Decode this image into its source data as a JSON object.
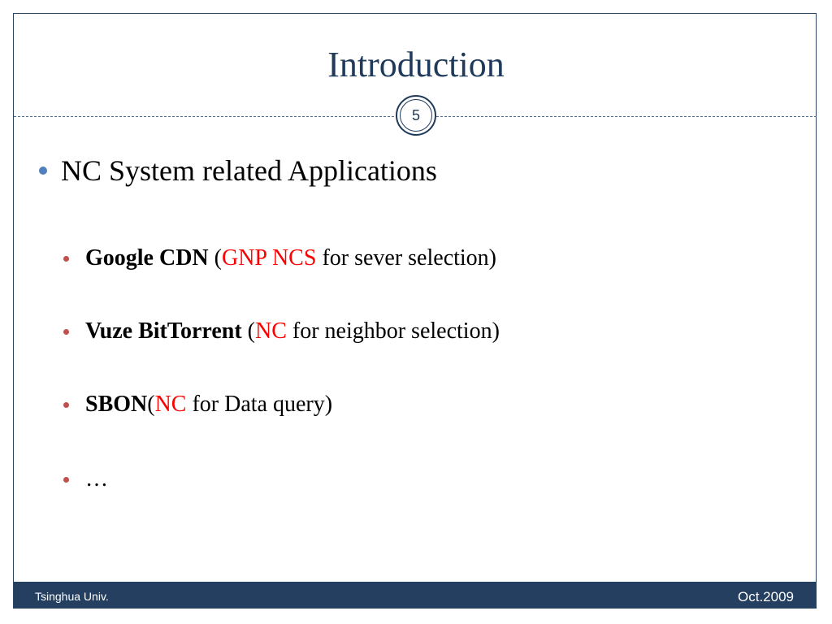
{
  "slide": {
    "title": "Introduction",
    "page_number": "5"
  },
  "bullets": {
    "main": "NC System related Applications",
    "items": [
      {
        "bold": "Google CDN",
        "open": " (",
        "red": "GNP NCS",
        "rest": " for sever selection)"
      },
      {
        "bold": "Vuze BitTorrent",
        "open": " (",
        "red": "NC",
        "rest": " for neighbor selection)"
      },
      {
        "bold": "SBON",
        "open": "(",
        "red": "NC",
        "rest": " for Data query)"
      },
      {
        "plain": "…"
      }
    ]
  },
  "footer": {
    "left": "Tsinghua Univ.",
    "right": "Oct.2009"
  },
  "colors": {
    "title": "#1f3a5a",
    "footer_bg": "#243f5f",
    "bullet_level1": "#4f81bd",
    "bullet_level2": "#c0504d",
    "highlight": "#ff0000"
  }
}
